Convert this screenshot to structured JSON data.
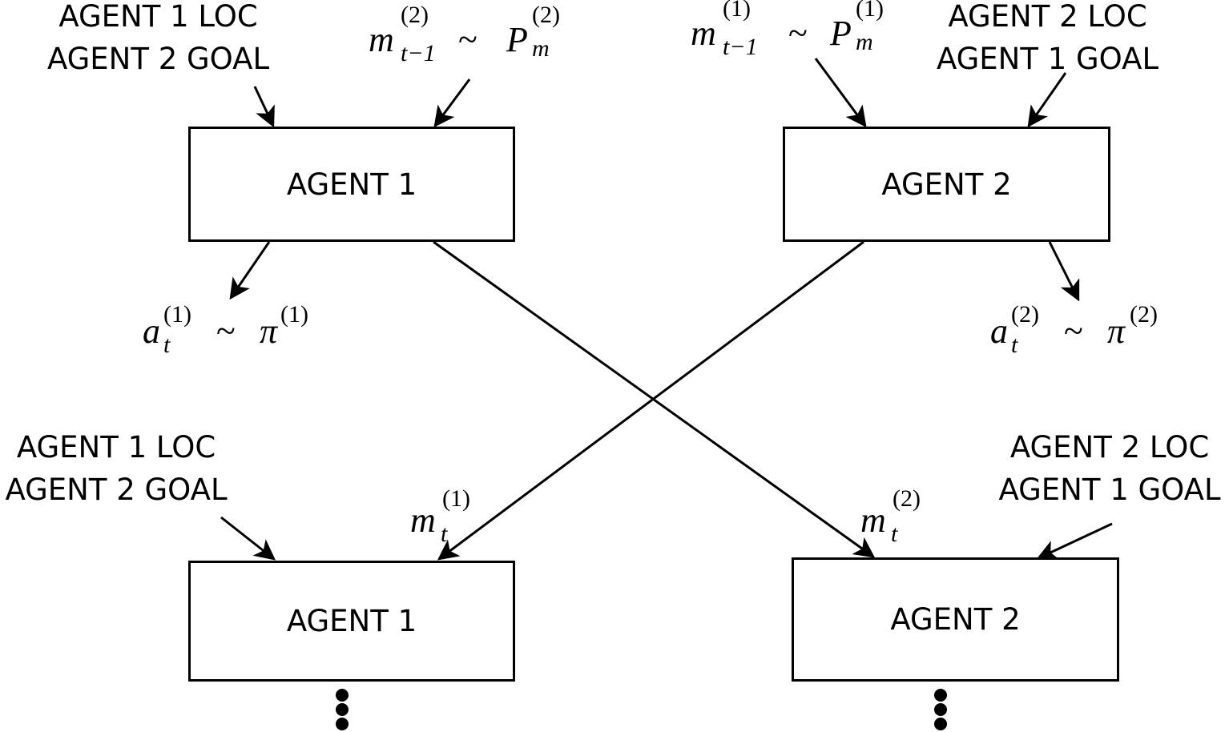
{
  "top": {
    "left_inputs": [
      "AGENT 1 LOC",
      "AGENT 2 GOAL"
    ],
    "right_inputs": [
      "AGENT 2 LOC",
      "AGENT 1 GOAL"
    ],
    "agent1": "AGENT 1",
    "agent2": "AGENT 2",
    "msg_in_1": {
      "base": "m",
      "sub": "t−1",
      "sup": "(2)",
      "rel": "~",
      "dist": "P",
      "dist_sub": "m",
      "dist_sup": "(2)"
    },
    "msg_in_2": {
      "base": "m",
      "sub": "t−1",
      "sup": "(1)",
      "rel": "~",
      "dist": "P",
      "dist_sub": "m",
      "dist_sup": "(1)"
    },
    "action_1": {
      "base": "a",
      "sub": "t",
      "sup": "(1)",
      "rel": "~",
      "dist": "π",
      "dist_sup": "(1)"
    },
    "action_2": {
      "base": "a",
      "sub": "t",
      "sup": "(2)",
      "rel": "~",
      "dist": "π",
      "dist_sup": "(2)"
    }
  },
  "bottom": {
    "left_inputs": [
      "AGENT 1 LOC",
      "AGENT 2 GOAL"
    ],
    "right_inputs": [
      "AGENT 2 LOC",
      "AGENT 1 GOAL"
    ],
    "agent1": "AGENT 1",
    "agent2": "AGENT 2",
    "msg_1": {
      "base": "m",
      "sub": "t",
      "sup": "(1)"
    },
    "msg_2": {
      "base": "m",
      "sub": "t",
      "sup": "(2)"
    }
  }
}
